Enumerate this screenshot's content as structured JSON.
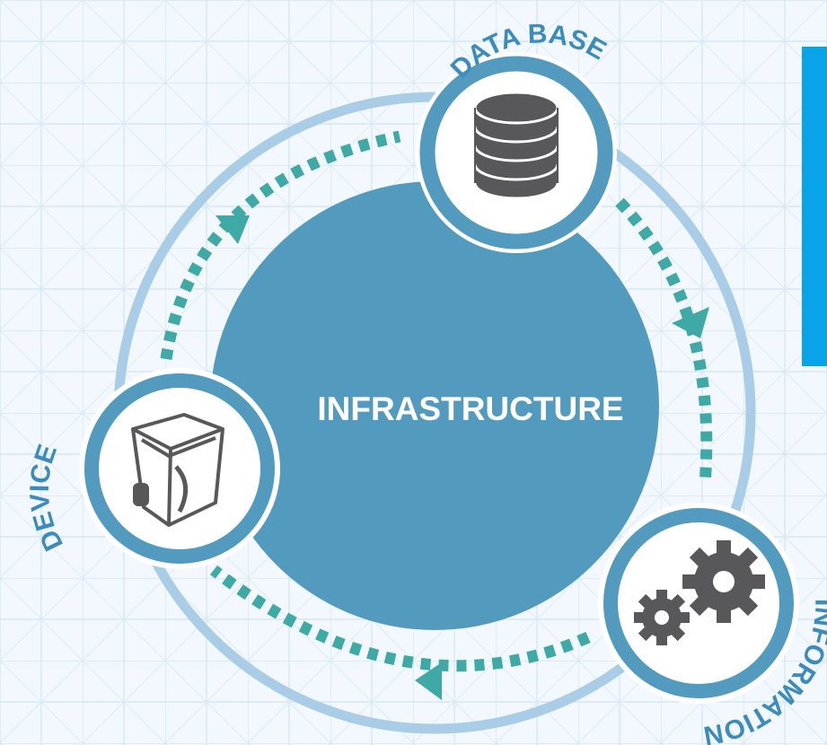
{
  "diagram": {
    "center_label": "INFRASTRUCTURE",
    "nodes": {
      "database": {
        "label": "DATA BASE",
        "icon": "database-icon"
      },
      "information": {
        "label": "INFORMATION",
        "icon": "gears-icon"
      },
      "device": {
        "label": "DEVICE",
        "icon": "device-box-icon"
      }
    },
    "flow_direction": "clockwise",
    "colors": {
      "background": "#f2f8fd",
      "grid": "#c9def0",
      "center_fill": "#539bbe",
      "node_ring": "#539bbe",
      "outer_ring": "#a9cde6",
      "arrow": "#3fa9a6",
      "icon": "#58585a",
      "label": "#3c8bbd",
      "side_bar": "#08a3e8"
    }
  }
}
